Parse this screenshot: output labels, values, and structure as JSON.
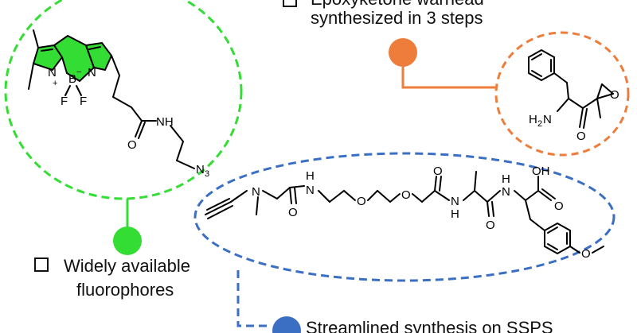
{
  "colors": {
    "fluorophore": "#33dd33",
    "warhead": "#ee7d3b",
    "peptide": "#3b6fc4",
    "ink": "#000000"
  },
  "labels": {
    "warhead_line1": "Epoxyketone warhead",
    "warhead_line2": "synthesized in 3 steps",
    "fluor_line1": "Widely available",
    "fluor_line2": "fluorophores",
    "sspss": "Streamlined synthesis on SSPS"
  },
  "bodipy": {
    "n_left": "N",
    "n_right": "N",
    "plus": "+",
    "boron": "B",
    "minus": "−",
    "f_left": "F",
    "f_right": "F",
    "nh": "NH",
    "azide": "N",
    "azide_sub": "3",
    "o": "O"
  },
  "warhead": {
    "amine": "H",
    "amine_sub": "2",
    "amine_n": "N",
    "ketone_o": "O",
    "epoxide_o": "O"
  },
  "peptide": {
    "n_methyl": "N",
    "o1": "O",
    "h1": "H",
    "n1": "N",
    "o_ether1": "O",
    "o_ether2": "O",
    "o2": "O",
    "n2": "N",
    "h2": "H",
    "o3": "O",
    "h3": "H",
    "n3": "N",
    "oh": "OH",
    "o4": "O",
    "o_methoxy": "O"
  }
}
